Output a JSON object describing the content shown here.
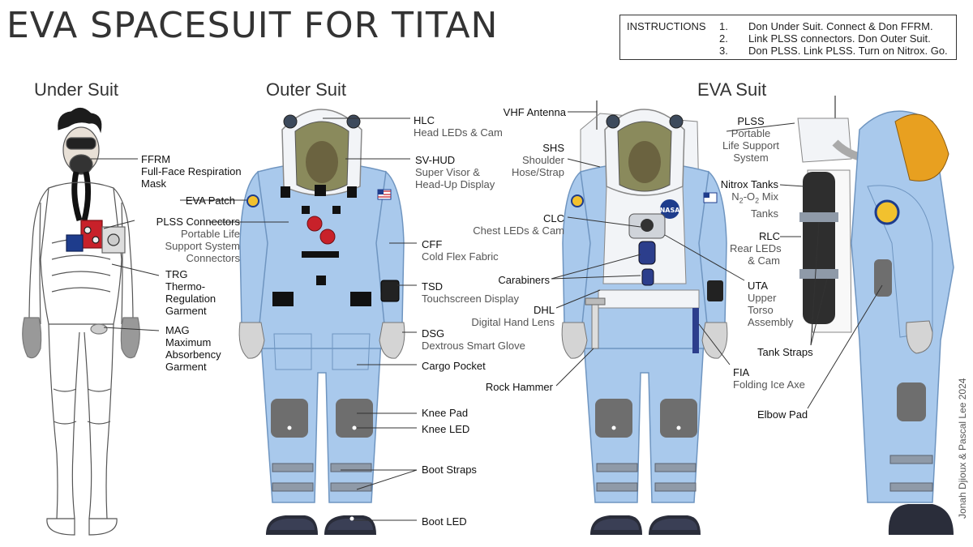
{
  "title": "EVA SPACESUIT FOR TITAN",
  "instructions": {
    "heading": "INSTRUCTIONS",
    "steps": [
      {
        "num": "1.",
        "text": "Don Under Suit. Connect & Don FFRM."
      },
      {
        "num": "2.",
        "text": "Link PLSS connectors. Don Outer Suit."
      },
      {
        "num": "3.",
        "text": "Don PLSS. Link PLSS. Turn on Nitrox. Go."
      }
    ]
  },
  "sections": {
    "under": "Under Suit",
    "outer": "Outer Suit",
    "eva": "EVA Suit"
  },
  "credit": "Jonah Djioux & Pascal Lee 2024",
  "patch_text": "NASA",
  "colors": {
    "suit": "#a9c9ec",
    "suit_dark": "#6f95c0",
    "helmet": "#f2f4f7",
    "visor": "#8a8a5c",
    "knee": "#6e6e6e",
    "gold_visor": "#e8a020",
    "boot": "#2a2d3a",
    "strap": "#8f9aa8"
  },
  "labels": {
    "ffrm": {
      "abbr": "FFRM",
      "full1": "Full-Face Respiration",
      "full2": "Mask"
    },
    "eva_patch": {
      "abbr": "EVA Patch"
    },
    "plss_conn": {
      "abbr": "PLSS Connectors",
      "full1": "Portable Life",
      "full2": "Support System",
      "full3": "Connectors"
    },
    "trg": {
      "abbr": "TRG",
      "full1": "Thermo-",
      "full2": "Regulation",
      "full3": "Garment"
    },
    "mag": {
      "abbr": "MAG",
      "full1": "Maximum",
      "full2": "Absorbency",
      "full3": "Garment"
    },
    "hlc": {
      "abbr": "HLC",
      "full1": "Head LEDs & Cam"
    },
    "svhud": {
      "abbr": "SV-HUD",
      "full1": "Super Visor &",
      "full2": "Head-Up Display"
    },
    "cff": {
      "abbr": "CFF",
      "full1": "Cold Flex Fabric"
    },
    "tsd": {
      "abbr": "TSD",
      "full1": "Touchscreen Display"
    },
    "dsg": {
      "abbr": "DSG",
      "full1": "Dextrous Smart Glove"
    },
    "cargo": {
      "abbr": "Cargo Pocket"
    },
    "kneepad": {
      "abbr": "Knee Pad"
    },
    "kneeled": {
      "abbr": "Knee LED"
    },
    "bootstraps": {
      "abbr": "Boot Straps"
    },
    "bootled": {
      "abbr": "Boot LED"
    },
    "vhf": {
      "abbr": "VHF Antenna"
    },
    "shs": {
      "abbr": "SHS",
      "full1": "Shoulder",
      "full2": "Hose/Strap"
    },
    "clc": {
      "abbr": "CLC",
      "full1": "Chest LEDs & Cam"
    },
    "carabiners": {
      "abbr": "Carabiners"
    },
    "dhl": {
      "abbr": "DHL",
      "full1": "Digital Hand Lens"
    },
    "rockhammer": {
      "abbr": "Rock Hammer"
    },
    "plss": {
      "abbr": "PLSS",
      "full1": "Portable",
      "full2": "Life Support",
      "full3": "System"
    },
    "nitrox": {
      "abbr": "Nitrox Tanks",
      "full1a": "N",
      "sub1": "2",
      "full1b": "-O",
      "sub2": "2",
      "full1c": " Mix",
      "full2": "Tanks"
    },
    "rlc": {
      "abbr": "RLC",
      "full1": "Rear LEDs",
      "full2": "& Cam"
    },
    "uta": {
      "abbr": "UTA",
      "full1": "Upper",
      "full2": "Torso",
      "full3": "Assembly"
    },
    "tankstraps": {
      "abbr": "Tank Straps"
    },
    "fia": {
      "abbr": "FIA",
      "full1": "Folding Ice Axe"
    },
    "elbowpad": {
      "abbr": "Elbow Pad"
    }
  }
}
